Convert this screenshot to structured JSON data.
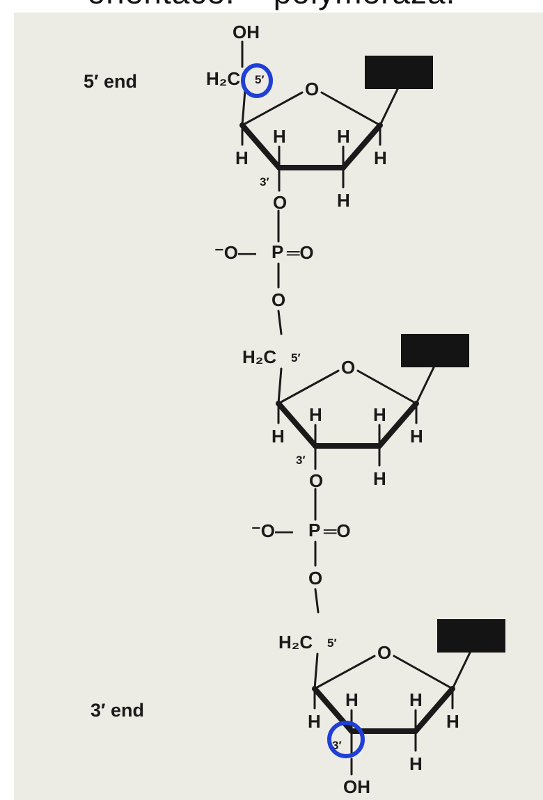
{
  "caption": {
    "text": "orientace:    polymeraza:"
  },
  "labels": {
    "five_prime_end": "5′ end",
    "three_prime_end": "3′ end",
    "oh": "OH",
    "h": "H",
    "o": "O",
    "p": "P",
    "h2c": "H₂C",
    "five_prime": "5′",
    "three_prime": "3′",
    "o_minus": "⁻O—",
    "eq_o": "═O"
  },
  "colors": {
    "highlight": "#1f3fd6",
    "paper": "#ecebe4",
    "ink": "#1a1a1a"
  }
}
